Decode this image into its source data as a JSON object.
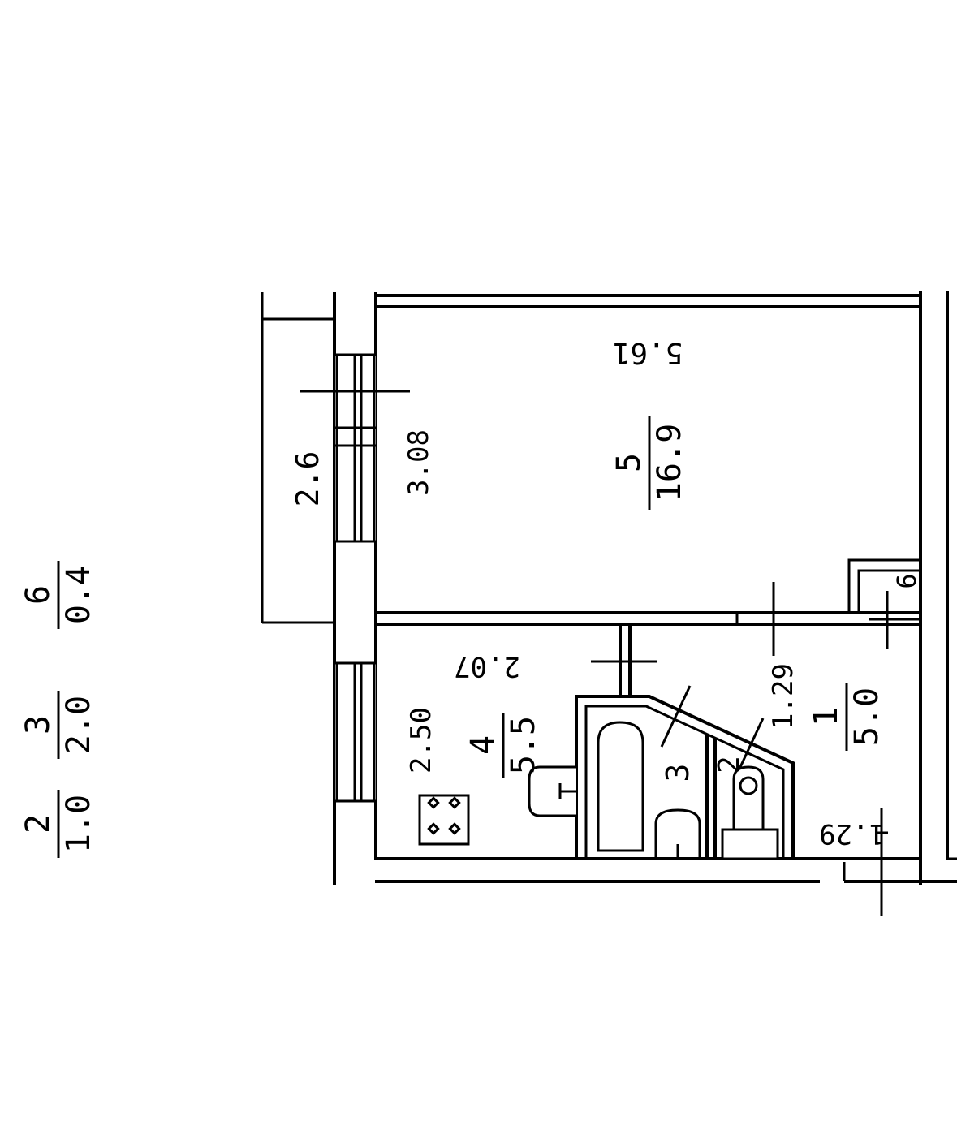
{
  "legend": [
    {
      "number": "6",
      "area": "0.4"
    },
    {
      "number": "3",
      "area": "2.0"
    },
    {
      "number": "2",
      "area": "1.0"
    }
  ],
  "rooms": {
    "room5": {
      "number": "5",
      "area": "16.9",
      "length": "5.61",
      "width": "3.08"
    },
    "room4": {
      "number": "4",
      "area": "5.5",
      "length": "2.07",
      "width": "2.50"
    },
    "room1": {
      "number": "1",
      "area": "5.0",
      "dim_a": "1.29",
      "dim_b": "1.29"
    },
    "room3": {
      "number": "3"
    },
    "room2": {
      "number": "2"
    },
    "room6": {
      "number": "6"
    }
  },
  "balcony": {
    "length": "2.6"
  },
  "colors": {
    "ink": "#000000",
    "paper": "#ffffff"
  }
}
